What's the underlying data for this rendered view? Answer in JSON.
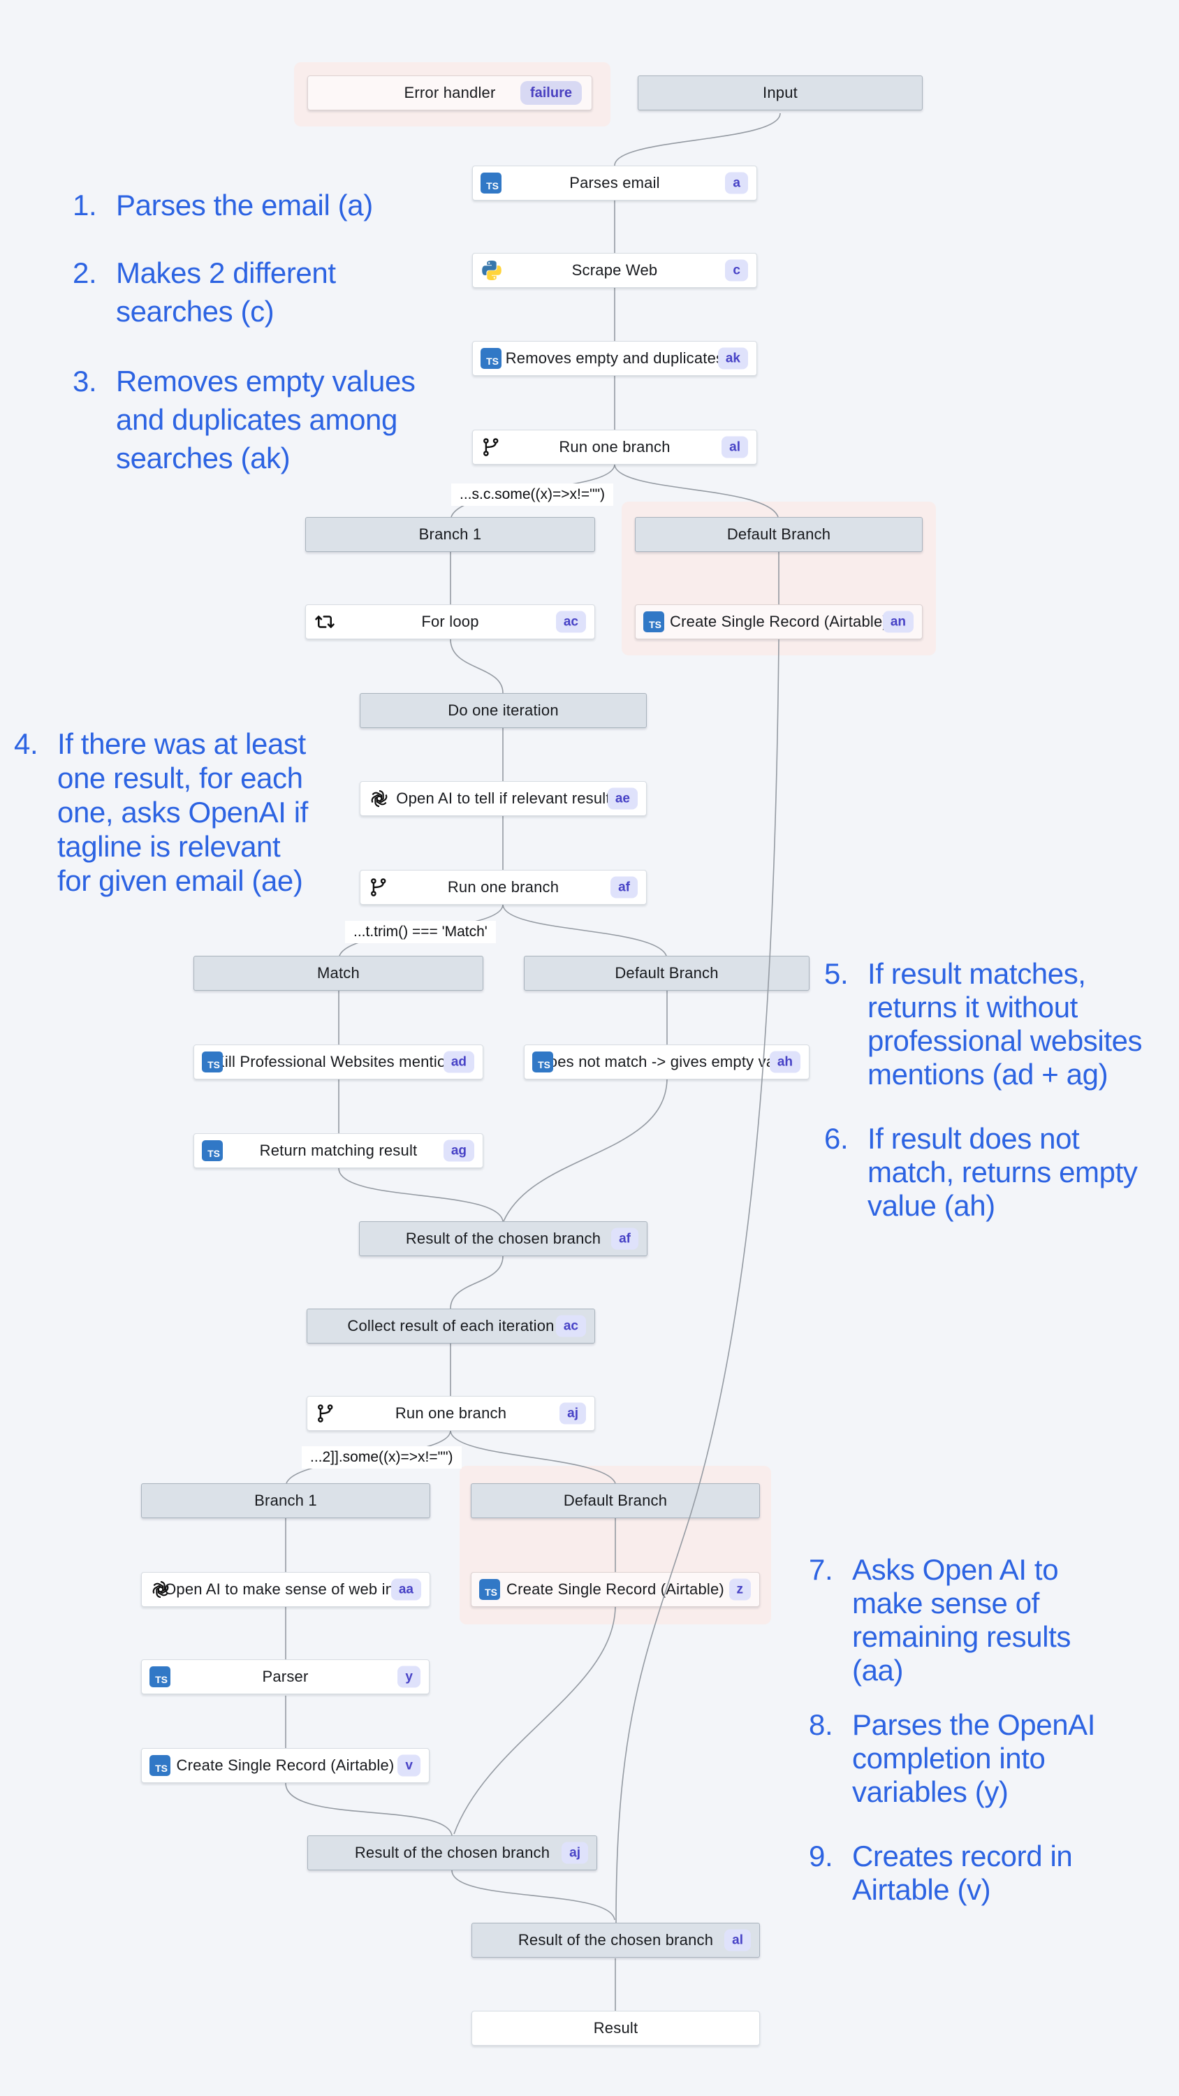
{
  "colors": {
    "background": "#f3f5f9",
    "accent_blue": "#2c63e2",
    "badge_bg": "#dfe2fb",
    "badge_text": "#4742c6",
    "failure_badge_bg": "#d8d9f3",
    "failure_badge_text": "#4a41c0",
    "header_node_bg": "#dbe1e8",
    "header_node_border": "#a9b3bd",
    "pink_group_bg": "#f9edec",
    "typescript_blue": "#3178c6",
    "python_blue": "#3776ab",
    "python_yellow": "#ffd43b",
    "edge_gray": "#949aa2"
  },
  "error_handler": {
    "label": "Error handler",
    "badge": "failure"
  },
  "nodes": {
    "input": {
      "label": "Input"
    },
    "parses_email": {
      "label": "Parses email",
      "badge": "a"
    },
    "scrape_web": {
      "label": "Scrape Web",
      "badge": "c"
    },
    "removes_empty": {
      "label": "Removes empty and duplicates",
      "badge": "ak"
    },
    "run_one_branch_al": {
      "label": "Run one branch",
      "badge": "al"
    },
    "branch_1_top": {
      "label": "Branch 1"
    },
    "default_branch_top": {
      "label": "Default Branch"
    },
    "for_loop": {
      "label": "For loop",
      "badge": "ac"
    },
    "create_record_an": {
      "label": "Create Single Record (Airtable)",
      "badge": "an"
    },
    "do_one_iteration": {
      "label": "Do one iteration"
    },
    "openai_relevant": {
      "label": "Open AI to tell if relevant result",
      "badge": "ae"
    },
    "run_one_branch_af": {
      "label": "Run one branch",
      "badge": "af"
    },
    "match": {
      "label": "Match"
    },
    "default_branch_mid": {
      "label": "Default Branch"
    },
    "kill_mentions": {
      "label": "Kill Professional Websites mentions",
      "badge": "ad"
    },
    "does_not_match": {
      "label": "Does not match -> gives empty value",
      "badge": "ah"
    },
    "return_matching": {
      "label": "Return matching result",
      "badge": "ag"
    },
    "result_af": {
      "label": "Result of the chosen branch",
      "badge": "af"
    },
    "collect_result": {
      "label": "Collect result of each iteration",
      "badge": "ac"
    },
    "run_one_branch_aj": {
      "label": "Run one branch",
      "badge": "aj"
    },
    "branch_1_bottom": {
      "label": "Branch 1"
    },
    "default_branch_bottom": {
      "label": "Default Branch"
    },
    "openai_web_info": {
      "label": "Open AI to make sense of web info",
      "badge": "aa"
    },
    "create_record_z": {
      "label": "Create Single Record (Airtable)",
      "badge": "z"
    },
    "parser": {
      "label": "Parser",
      "badge": "y"
    },
    "create_record_v": {
      "label": "Create Single Record (Airtable)",
      "badge": "v"
    },
    "result_aj": {
      "label": "Result of the chosen branch",
      "badge": "aj"
    },
    "result_al": {
      "label": "Result of the chosen branch",
      "badge": "al"
    },
    "result": {
      "label": "Result"
    }
  },
  "conditions": {
    "some_top": "...s.c.some((x)=>x!=\"\")",
    "match_trim": "...t.trim() === 'Match'",
    "some_bottom": "...2]].some((x)=>x!=\"\")"
  },
  "annotations": {
    "item1": {
      "num": "1.",
      "text": "Parses the email (a)"
    },
    "item2": {
      "num": "2.",
      "text": "Makes 2 different\nsearches (c)"
    },
    "item3": {
      "num": "3.",
      "text": "Removes empty values\nand duplicates among\nsearches (ak)"
    },
    "item4": {
      "num": "4.",
      "text": "If there was at least\none result, for each\none, asks OpenAI if\ntagline is relevant\nfor given email (ae)"
    },
    "item5": {
      "num": "5.",
      "text": "If result matches,\nreturns it without\nprofessional websites\nmentions (ad + ag)"
    },
    "item6": {
      "num": "6.",
      "text": "If result does not\nmatch, returns empty\nvalue (ah)"
    },
    "item7": {
      "num": "7.",
      "text": "Asks Open AI to\nmake sense of\nremaining results\n(aa)"
    },
    "item8": {
      "num": "8.",
      "text": "Parses the OpenAI\ncompletion into\nvariables (y)"
    },
    "item9": {
      "num": "9.",
      "text": "Creates record in\nAirtable (v)"
    }
  }
}
